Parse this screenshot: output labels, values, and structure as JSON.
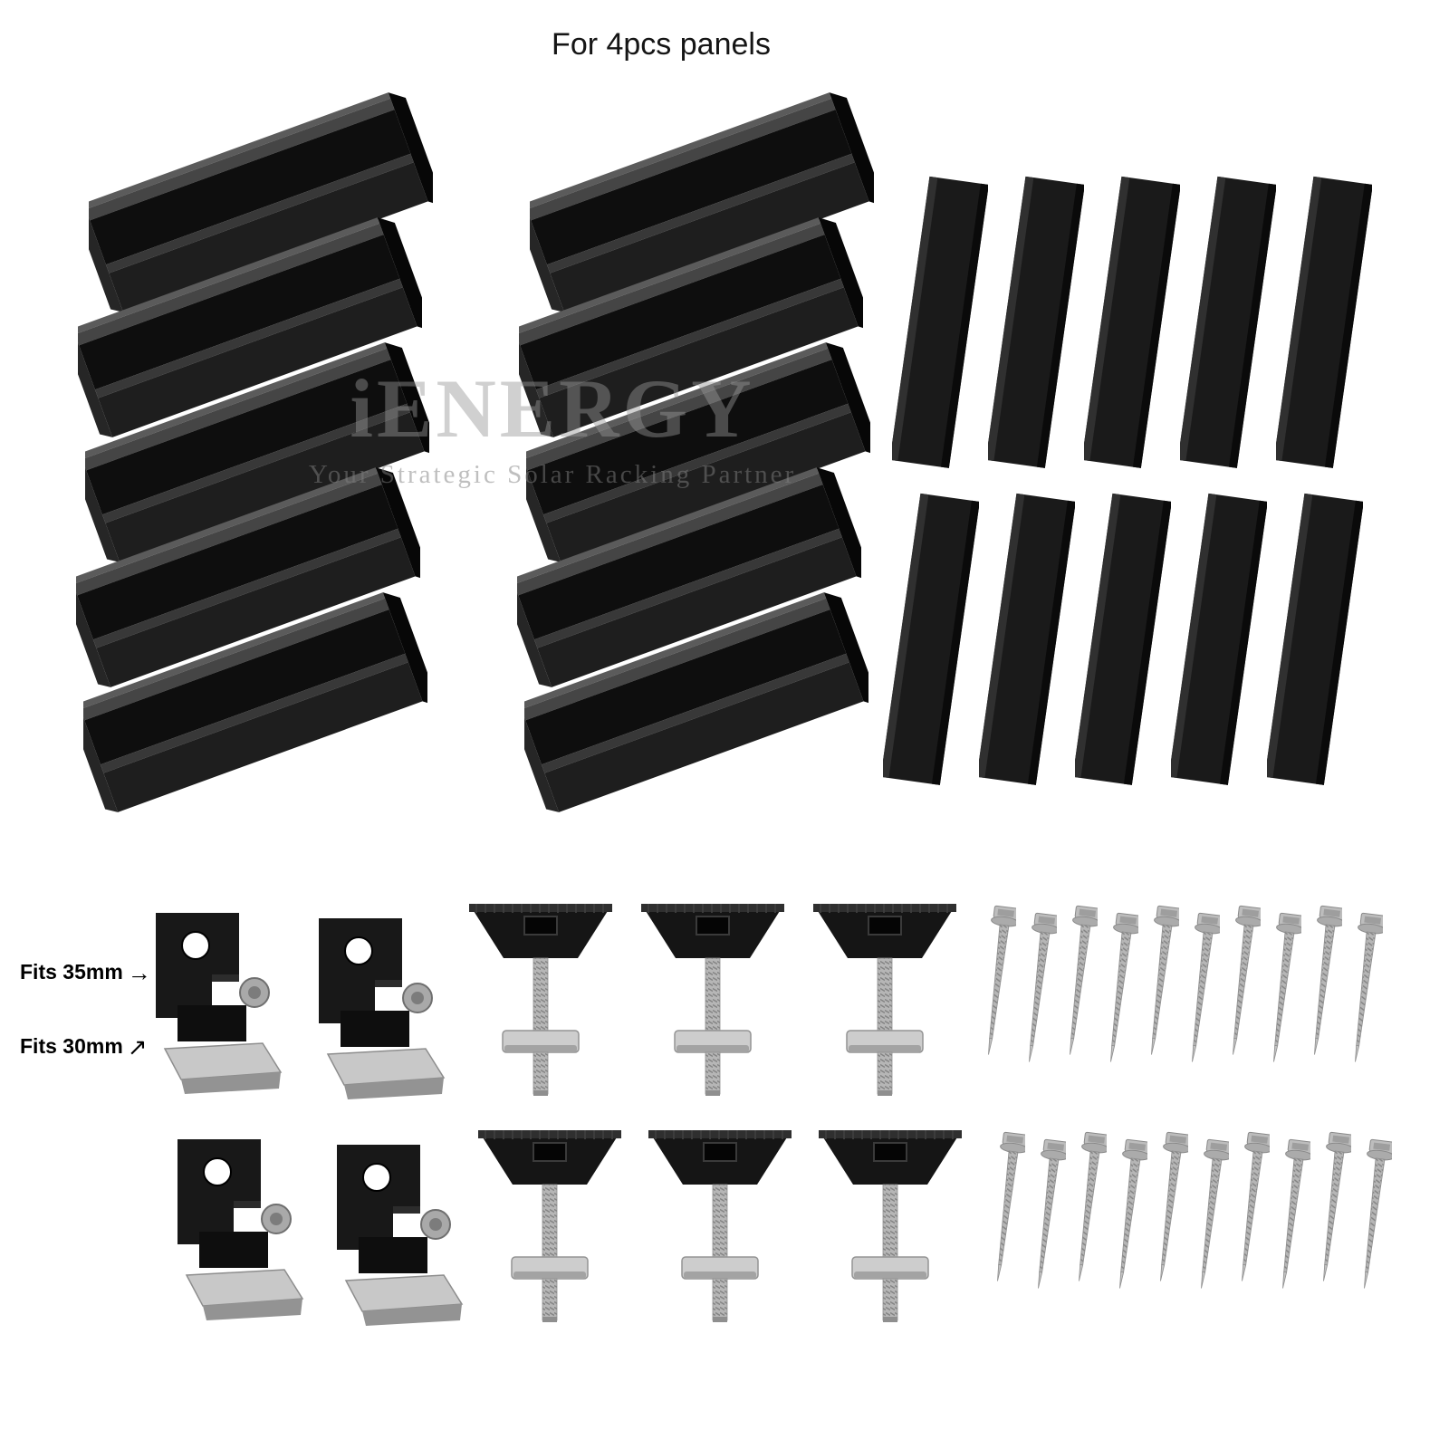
{
  "page": {
    "title": "For 4pcs panels",
    "background": "#ffffff"
  },
  "watermark": {
    "brand": "iENERGY",
    "tagline": "Your Strategic Solar Racking Partner"
  },
  "labels": {
    "fits_35": "Fits 35mm",
    "fits_30": "Fits 30mm"
  },
  "icons": {
    "arrow_right": "→",
    "arrow_up_right": "↗"
  },
  "components": {
    "rail_sections": {
      "quantity": 10,
      "color": "#1a1a1a"
    },
    "rubber_pads": {
      "quantity": 10,
      "color": "#1a1a1a"
    },
    "end_clamps": {
      "quantity": 4,
      "fits": [
        "35mm",
        "30mm"
      ],
      "body_color": "#181818",
      "hardware_color": "#c8c8c8"
    },
    "t_bolts": {
      "quantity": 6,
      "head_color": "#151515",
      "nut_color": "#cdcdcd"
    },
    "self_drilling_screws": {
      "quantity": 20,
      "color": "#b6b6b6"
    }
  }
}
